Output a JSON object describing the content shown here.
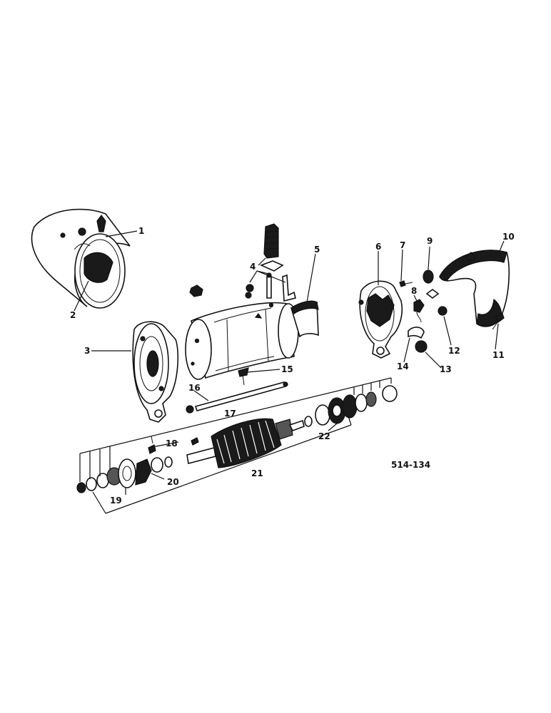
{
  "diagram": {
    "drawing_code": "514-134",
    "callouts": [
      "1",
      "2",
      "3",
      "4",
      "5",
      "6",
      "7",
      "8",
      "9",
      "10",
      "11",
      "12",
      "13",
      "14",
      "15",
      "16",
      "17",
      "18",
      "19",
      "20",
      "21",
      "22"
    ]
  }
}
